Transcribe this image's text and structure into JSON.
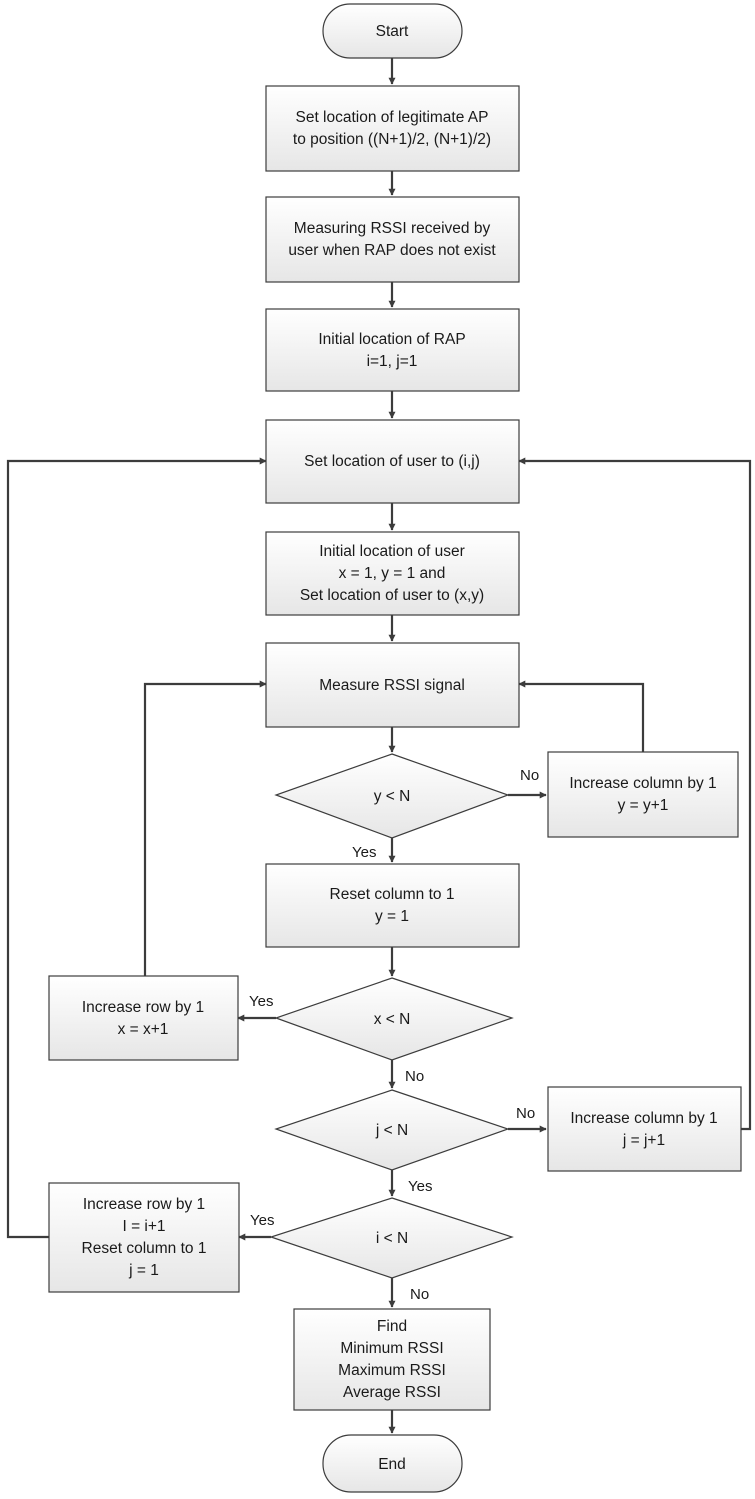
{
  "nodes": {
    "start": {
      "lines": [
        "Start"
      ]
    },
    "set_ap": {
      "lines": [
        "Set location of legitimate AP",
        "to position ((N+1)/2, (N+1)/2)"
      ]
    },
    "measure_base": {
      "lines": [
        "Measuring RSSI received by",
        "user when RAP does not exist"
      ]
    },
    "init_rap": {
      "lines": [
        "Initial location of RAP",
        "i=1, j=1"
      ]
    },
    "set_user_ij": {
      "lines": [
        "Set location of user to (i,j)"
      ]
    },
    "init_user": {
      "lines": [
        "Initial location of  user",
        "x = 1, y = 1 and",
        "Set location of user to (x,y)"
      ]
    },
    "measure_sig": {
      "lines": [
        "Measure RSSI signal"
      ]
    },
    "dec_y": {
      "lines": [
        "y < N"
      ]
    },
    "inc_col_y": {
      "lines": [
        "Increase column by 1",
        "y = y+1"
      ]
    },
    "reset_col": {
      "lines": [
        "Reset column to 1",
        "y = 1"
      ]
    },
    "dec_x": {
      "lines": [
        "x < N"
      ]
    },
    "inc_row_x": {
      "lines": [
        "Increase row by 1",
        "x = x+1"
      ]
    },
    "dec_j": {
      "lines": [
        "j < N"
      ]
    },
    "inc_col_j": {
      "lines": [
        "Increase column by 1",
        "j = j+1"
      ]
    },
    "dec_i": {
      "lines": [
        "i < N"
      ]
    },
    "inc_row_i": {
      "lines": [
        "Increase row by 1",
        "I = i+1",
        "Reset column to 1",
        "j = 1"
      ]
    },
    "find": {
      "lines": [
        "Find",
        "Minimum RSSI",
        "Maximum RSSI",
        "Average RSSI"
      ]
    },
    "end": {
      "lines": [
        "End"
      ]
    }
  },
  "edge_labels": {
    "y_no": "No",
    "y_yes": "Yes",
    "x_yes": "Yes",
    "x_no": "No",
    "j_no": "No",
    "j_yes": "Yes",
    "i_yes": "Yes",
    "i_no": "No"
  },
  "colors": {
    "box_fill_top": "#ffffff",
    "box_fill_bottom": "#e6e6e6",
    "stroke": "#3c3c3c",
    "text": "#1a1a1a"
  }
}
